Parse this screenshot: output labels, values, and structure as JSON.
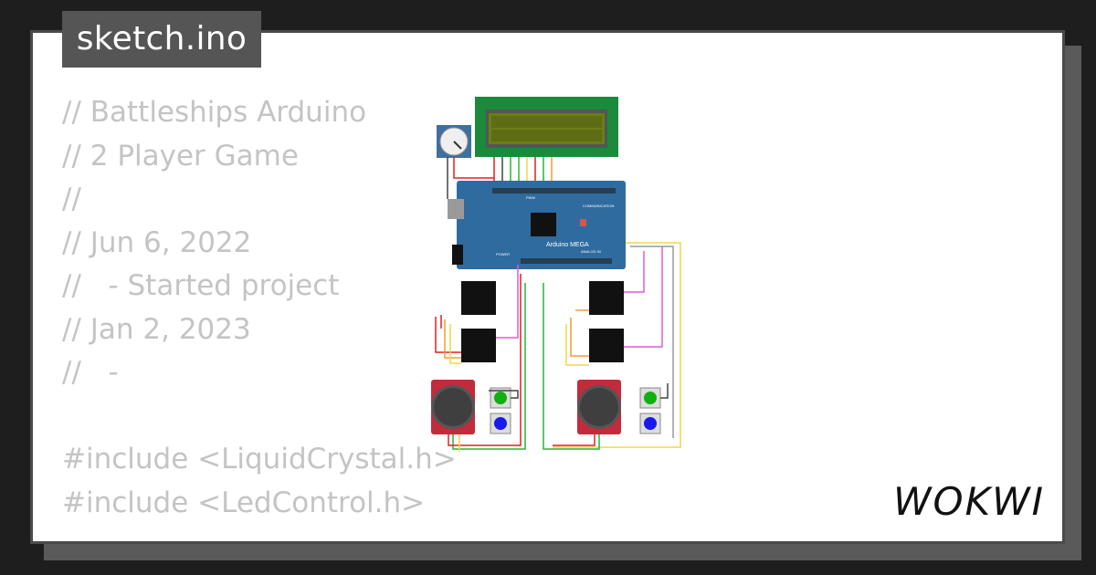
{
  "tab": {
    "filename": "sketch.ino"
  },
  "code_lines": [
    "// Battleships Arduino",
    "// 2 Player Game",
    "//",
    "// Jun 6, 2022",
    "//   - Started project",
    "// Jan 2, 2023",
    "//   -",
    "",
    "#include <LiquidCrystal.h>",
    "#include <LedControl.h>"
  ],
  "board": {
    "label": "Arduino MEGA",
    "comm_label": "COMMUNICATION",
    "pwm_label": "PWM",
    "analog_label": "ANALOG IN",
    "power_label": "POWER"
  },
  "logo": {
    "text": "WOKWI"
  },
  "colors": {
    "board": "#2f6b9e",
    "lcd_frame": "#1b8a3a",
    "lcd_screen": "#6b7d17",
    "wire_red": "#e02020",
    "wire_green": "#27b43a",
    "wire_yellow": "#f1d54a",
    "wire_orange": "#f39c35",
    "wire_magenta": "#e05ad8",
    "button_green": "#10b010",
    "button_blue": "#1a1aef",
    "joystick_board": "#c22b3b"
  }
}
